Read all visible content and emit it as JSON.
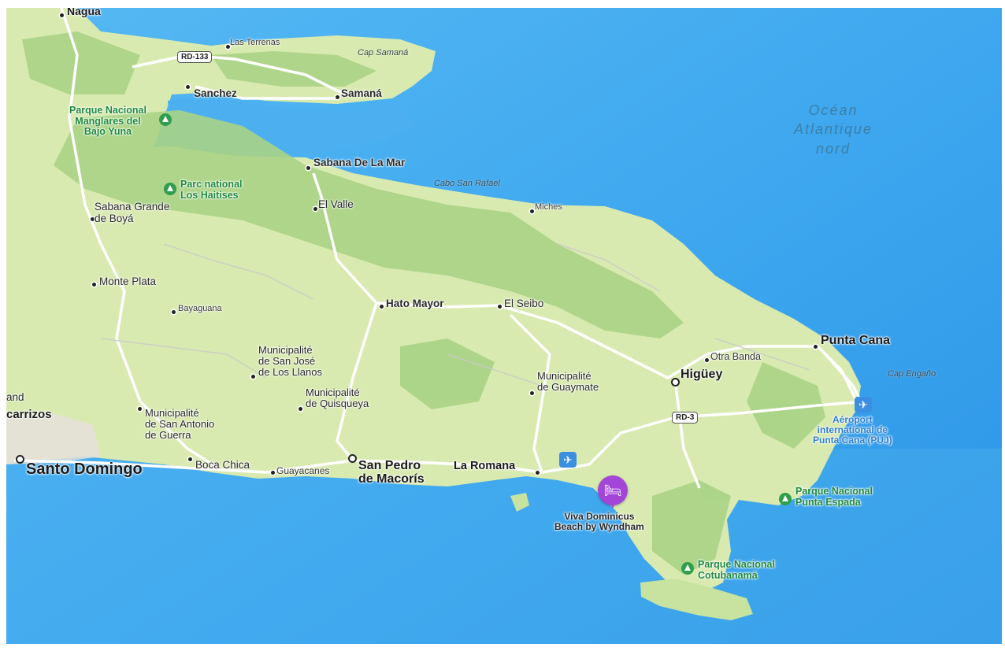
{
  "map": {
    "ocean": "Océan\nAtlantique\nnord",
    "cities": {
      "nagua": "Nagua",
      "las_terrenas": "Las Terrenas",
      "sanchez": "Sanchez",
      "samana": "Samaná",
      "sabana_de_la_mar": "Sabana De La Mar",
      "el_valle": "El Valle",
      "miches": "Miches",
      "sabana_grande": "Sabana Grande\nde Boyá",
      "monte_plata": "Monte Plata",
      "bayaguana": "Bayaguana",
      "hato_mayor": "Hato Mayor",
      "el_seibo": "El Seibo",
      "san_jose": "Municipalité\nde San José\nde Los Llanos",
      "quisqueya": "Municipalité\nde Quisqueya",
      "san_antonio": "Municipalité\nde San Antonio\nde Guerra",
      "guaymate": "Municipalité\nde Guaymate",
      "higuey": "Higüey",
      "otra_banda": "Otra Banda",
      "punta_cana": "Punta Cana",
      "santo_domingo": "Santo Domingo",
      "boca_chica": "Boca Chica",
      "guayacanes": "Guayacanes",
      "san_pedro": "San Pedro\nde Macorís",
      "la_romana": "La Romana",
      "cut_and": "and",
      "cut_carrizos": "carrizos"
    },
    "capes": {
      "cap_samana": "Cap Samaná",
      "cabo_san_rafael": "Cabo San Rafael",
      "cap_engano": "Cap Engaño"
    },
    "parks": {
      "manglares": "Parque Nacional\nManglares del\nBajo Yuna",
      "haitises": "Parc national\nLos Haitises",
      "punta_espada": "Parque Nacional\nPunta Espada",
      "cotubanama": "Parque Nacional\nCotubanamá"
    },
    "roads": {
      "rd133": "RD-133",
      "rd3": "RD-3"
    },
    "airport": "Aéroport\ninternational de\nPunta Cana (PUJ)",
    "hotel": "Viva Dominicus\nBeach by Wyndham",
    "colors": {
      "sea": "#3aa7f0",
      "land": "#d9eab0",
      "forest": "#a9d386",
      "park_green": "#2f9e4d",
      "hotel_purple": "#a346d8",
      "airport_blue": "#3b8fe0"
    }
  }
}
